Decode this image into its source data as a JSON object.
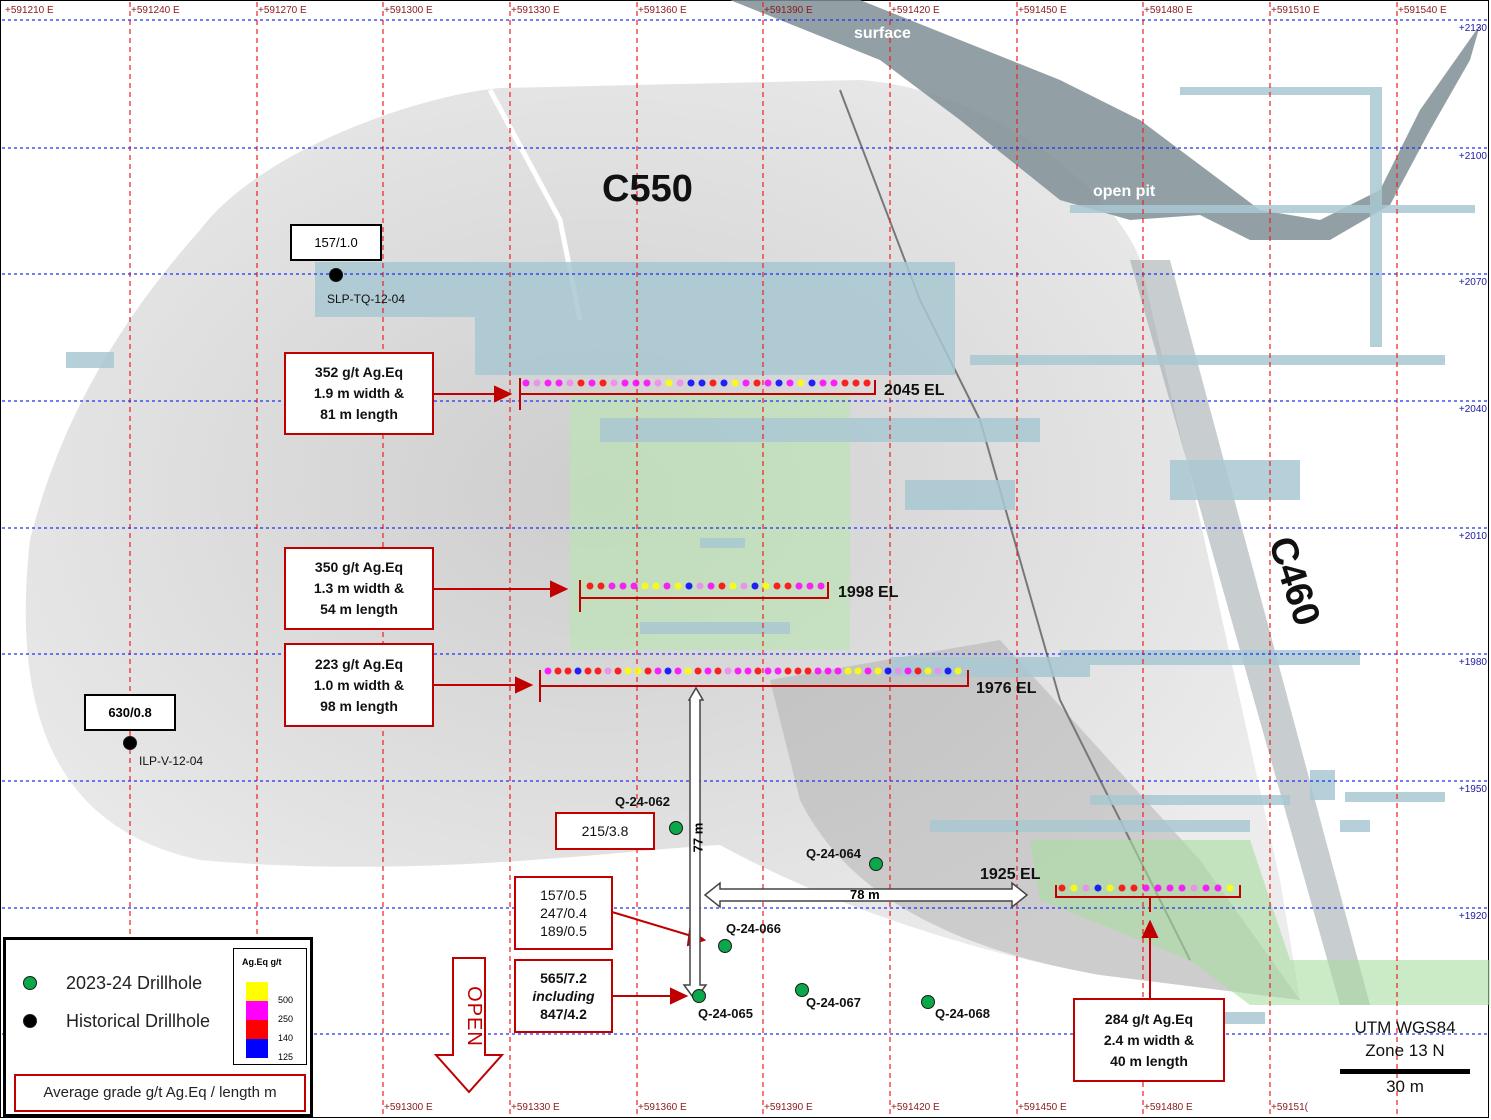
{
  "x_axis_top": [
    "+591210 E",
    "+591240 E",
    "+591270 E",
    "+591300 E",
    "+591330 E",
    "+591360 E",
    "+591390 E",
    "+591420 E",
    "+591450 E",
    "+591480 E",
    "+591510 E",
    "+591540 E"
  ],
  "x_axis_bottom": [
    "+591300 E",
    "+591330 E",
    "+591360 E",
    "+591390 E",
    "+591420 E",
    "+591450 E",
    "+591480 E",
    "+59151("
  ],
  "y_axis": [
    "+2130",
    "+2100",
    "+2070",
    "+2040",
    "+2010",
    "+1980",
    "+1950",
    "+1920"
  ],
  "labels": {
    "surface": "surface",
    "open_pit": "open pit",
    "c550": "C550",
    "c460": "C460",
    "open": "OPEN"
  },
  "levels": [
    {
      "name": "2045 EL"
    },
    {
      "name": "1998 EL"
    },
    {
      "name": "1976 EL"
    },
    {
      "name": "1925 EL"
    }
  ],
  "callouts": {
    "c2045": [
      "352 g/t Ag.Eq",
      "1.9 m width &",
      "81 m length"
    ],
    "c1998": [
      "350 g/t Ag.Eq",
      "1.3 m width &",
      "54 m length"
    ],
    "c1976": [
      "223 g/t Ag.Eq",
      "1.0 m width &",
      "98 m length"
    ],
    "c1925": [
      "284 g/t Ag.Eq",
      "2.4 m width &",
      "40 m length"
    ],
    "q062": "215/3.8",
    "q066": [
      "157/0.5",
      "247/0.4",
      "189/0.5"
    ],
    "q065": [
      "565/7.2",
      "including",
      "847/4.2"
    ],
    "slp": "157/1.0",
    "ilp": "630/0.8"
  },
  "drillholes": {
    "historical": [
      "SLP-TQ-12-04",
      "ILP-V-12-04"
    ],
    "new": [
      "Q-24-062",
      "Q-24-064",
      "Q-24-066",
      "Q-24-065",
      "Q-24-067",
      "Q-24-068"
    ]
  },
  "dimensions": {
    "vertical": "77 m",
    "horizontal": "78 m"
  },
  "legend": {
    "new_drillhole": "2023-24 Drillhole",
    "historical_drillhole": "Historical Drillhole",
    "scale_title": "Ag.Eq g/t",
    "scale_values": [
      "500",
      "250",
      "140",
      "125"
    ],
    "scale_colors": [
      "#ffff00",
      "#ff00ff",
      "#ff0000",
      "#0000ff"
    ],
    "note": "Average grade g/t Ag.Eq / length m"
  },
  "projection": {
    "line1": "UTM WGS84",
    "line2": "Zone 13 N",
    "scale": "30 m"
  }
}
